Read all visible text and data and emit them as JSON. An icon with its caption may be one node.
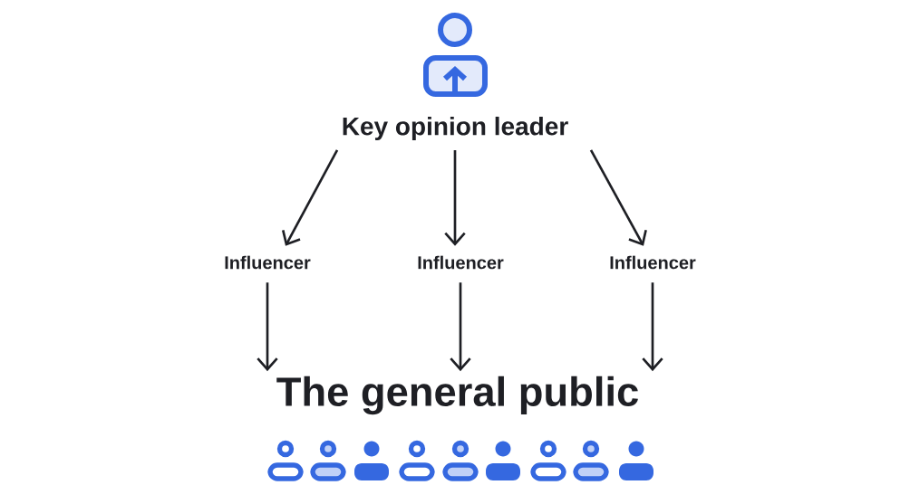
{
  "diagram": {
    "nodes": [
      {
        "text": [
          "Key opinion leader"
        ]
      },
      {
        "text": [
          "Influencer"
        ]
      },
      {
        "text": [
          "Influencer"
        ]
      },
      {
        "text": [
          "Influencer"
        ]
      },
      {
        "text": [
          "The general public"
        ]
      }
    ],
    "edges": [
      {
        "from": 0,
        "to": 1,
        "arrow": "to"
      },
      {
        "from": 0,
        "to": 2,
        "arrow": "to"
      },
      {
        "from": 0,
        "to": 3,
        "arrow": "to"
      },
      {
        "from": 1,
        "to": 4,
        "arrow": "to"
      },
      {
        "from": 2,
        "to": 4,
        "arrow": "to"
      },
      {
        "from": 3,
        "to": 4,
        "arrow": "to"
      }
    ]
  }
}
